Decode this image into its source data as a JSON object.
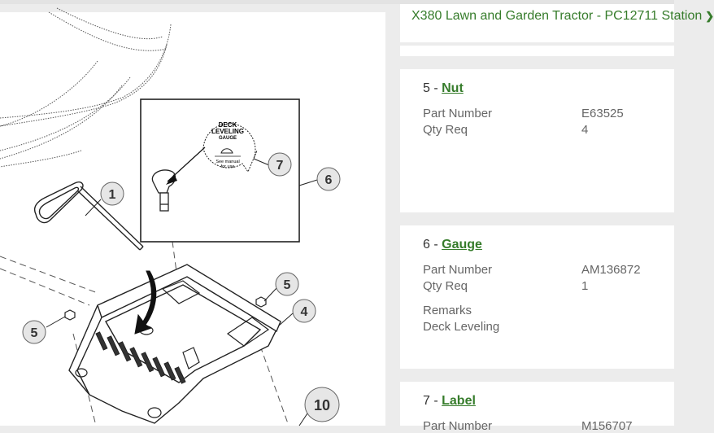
{
  "header": {
    "breadcrumb": "X380 Lawn and Garden Tractor - PC12711 Station",
    "chevron_icon": "chevron-right-icon"
  },
  "diagram": {
    "inset_label": {
      "line1": "DECK",
      "line2": "LEVELING",
      "line3": "GAUGE",
      "note1": "See manual",
      "note2": "for use"
    },
    "callouts": [
      "1",
      "4",
      "5",
      "5",
      "6",
      "7",
      "10"
    ]
  },
  "parts": [
    {
      "number": "5",
      "name": "Nut",
      "part_number_label": "Part Number",
      "part_number": "E63525",
      "qty_label": "Qty Req",
      "qty": "4"
    },
    {
      "number": "6",
      "name": "Gauge",
      "part_number_label": "Part Number",
      "part_number": "AM136872",
      "qty_label": "Qty Req",
      "qty": "1",
      "remarks_label": "Remarks",
      "remarks": "Deck Leveling"
    },
    {
      "number": "7",
      "name": "Label",
      "part_number_label": "Part Number",
      "part_number": "M156707"
    }
  ],
  "separator": " - "
}
